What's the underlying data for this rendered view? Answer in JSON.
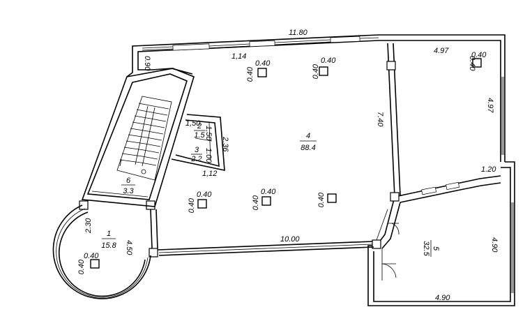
{
  "dimensions": {
    "top_length": "11.80",
    "window_span": "1,14",
    "wall_height_left": "0.90",
    "room_top_right": "4.97",
    "room_right_side": "4.97",
    "partition_height": "7.40",
    "notch_width": "1.20",
    "corridor_length": "10.00",
    "room5_right": "4.90",
    "room5_bottom": "4.90",
    "rotunda_left": "2.30",
    "rotunda_side": "4.50",
    "niche_width_top": "1,50",
    "niche_height": "1,50",
    "niche_mid": "1.00",
    "niche_side": "2.36",
    "niche_bottom": "1,12"
  },
  "columns_label": "0.40",
  "rooms": [
    {
      "number": "1",
      "area": "15.8"
    },
    {
      "number": "2",
      "area": "1.5"
    },
    {
      "number": "3",
      "area": "2.2"
    },
    {
      "number": "4",
      "area": "88.4"
    },
    {
      "number": "5",
      "area": "32.5"
    },
    {
      "number": "6",
      "area": "3.3"
    }
  ]
}
